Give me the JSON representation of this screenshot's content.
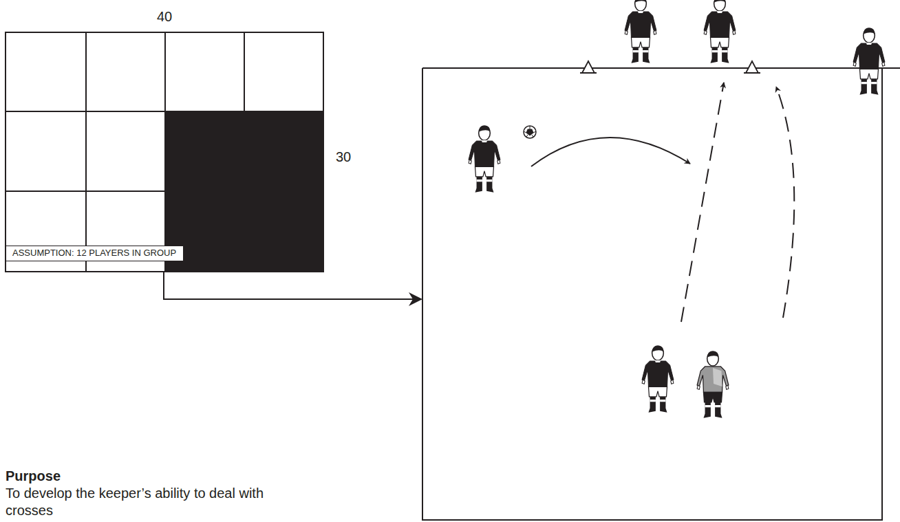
{
  "diagram": {
    "nodes": [
      {
        "text": [
          "ASSUMPTION:  12 PLAYERS IN GROUP"
        ]
      }
    ],
    "labels": [
      "40",
      "30",
      "Purpose",
      "To develop the keeper’s ability to deal with crosses"
    ]
  }
}
